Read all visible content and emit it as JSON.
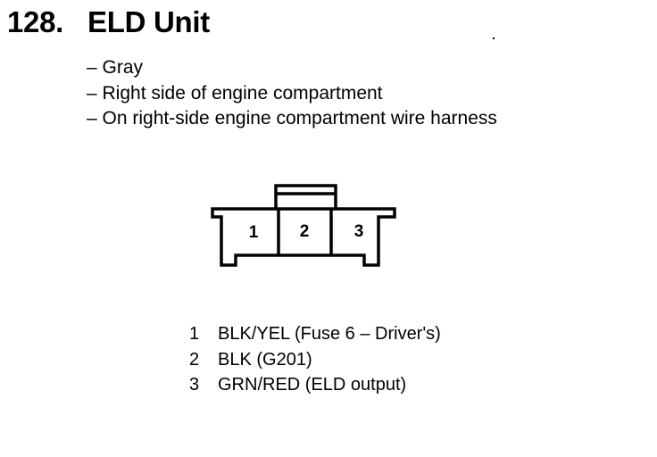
{
  "header": {
    "number": "128.",
    "name": "ELD Unit"
  },
  "details": [
    "– Gray",
    "– Right side of engine compartment",
    "– On right-side engine compartment wire harness"
  ],
  "connector": {
    "cavities": [
      "1",
      "2",
      "3"
    ]
  },
  "pinout": [
    {
      "pin": "1",
      "desc": "BLK/YEL (Fuse 6 – Driver's)"
    },
    {
      "pin": "2",
      "desc": "BLK (G201)"
    },
    {
      "pin": "3",
      "desc": "GRN/RED (ELD output)"
    }
  ]
}
